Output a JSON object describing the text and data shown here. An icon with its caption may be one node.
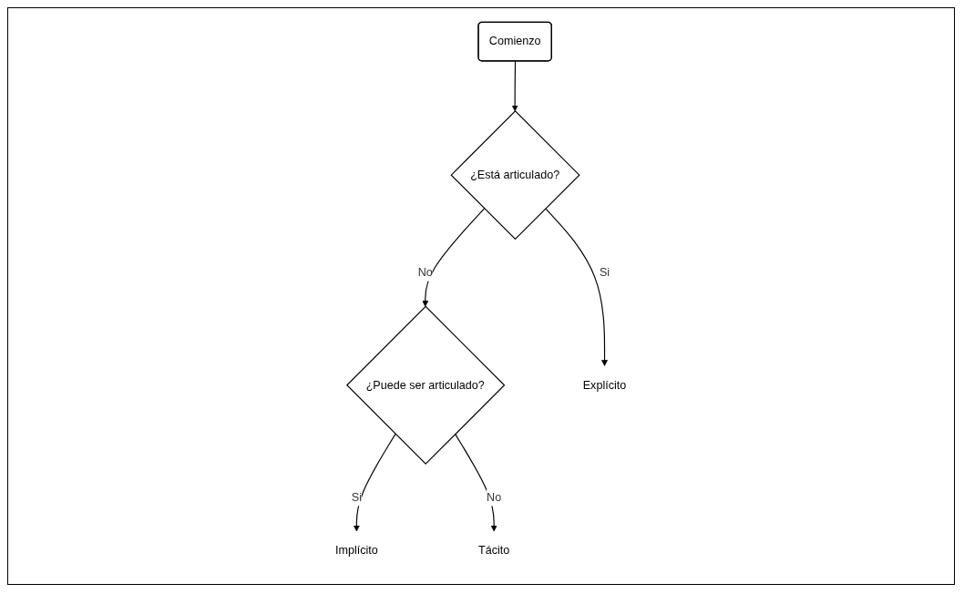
{
  "diagram": {
    "nodes": [
      {
        "text": [
          "Comienzo"
        ]
      },
      {
        "text": [
          "¿Está articulado?"
        ]
      },
      {
        "text": [
          "¿Puede ser articulado?"
        ]
      },
      {
        "text": [
          "Implícito"
        ]
      },
      {
        "text": [
          "Explícito"
        ]
      },
      {
        "text": [
          "Tácito"
        ]
      }
    ],
    "edges": [
      {
        "from": 0,
        "to": 1,
        "arrow": "to"
      },
      {
        "from": 1,
        "to": 2,
        "label": "No",
        "arrow": "to"
      },
      {
        "from": 2,
        "to": 3,
        "label": "Si",
        "arrow": "to"
      },
      {
        "from": 1,
        "to": 4,
        "label": "Si",
        "arrow": "to"
      },
      {
        "from": 2,
        "to": 5,
        "label": "No",
        "arrow": "to"
      }
    ]
  }
}
